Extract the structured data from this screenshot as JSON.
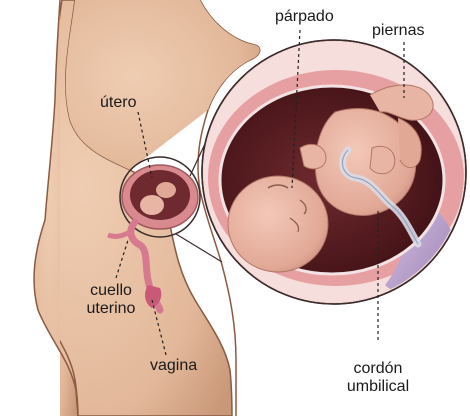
{
  "labels": {
    "eyelid": "párpado",
    "legs": "piernas",
    "uterus": "útero",
    "cervix_line1": "cuello",
    "cervix_line2": "uterino",
    "vagina": "vagina",
    "cord_line1": "cordón",
    "cord_line2": "umbilical"
  },
  "colors": {
    "skin": "#e3b89a",
    "skin_shadow": "#c99878",
    "outline": "#5a3a2a",
    "uterus_wall": "#d98a8e",
    "amniotic_dark": "#5a1e22",
    "fetus": "#e8b4a4",
    "fetus_shadow": "#c98d7e",
    "membrane": "#b9a6cc",
    "leader": "#222222"
  }
}
